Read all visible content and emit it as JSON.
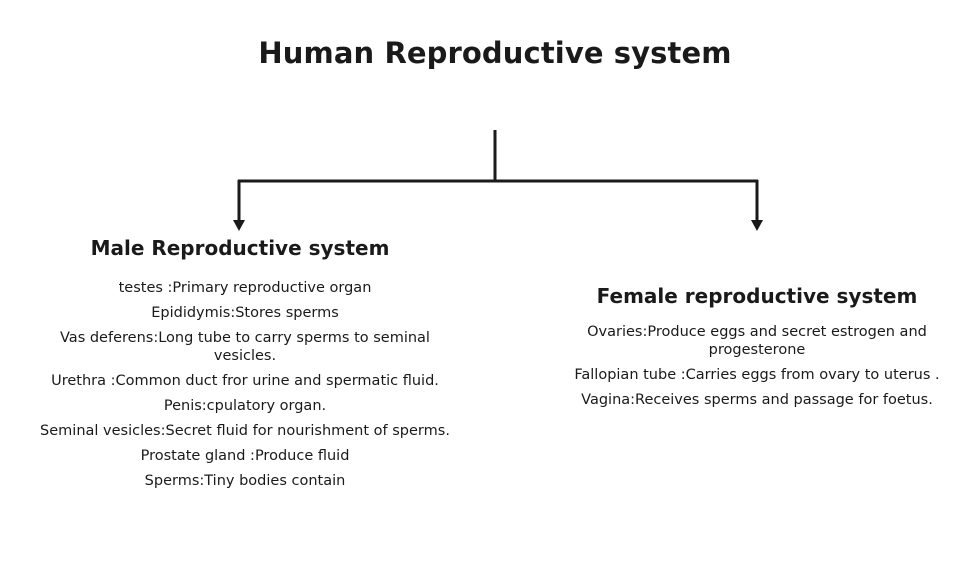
{
  "diagram": {
    "title": "Human Reproductive system",
    "male": {
      "heading": "Male Reproductive system",
      "items": [
        "testes :Primary reproductive organ",
        "Epididymis:Stores sperms",
        "Vas deferens:Long tube to carry sperms to seminal vesicles.",
        "Urethra :Common duct fror urine and spermatic fluid.",
        "Penis:cpulatory organ.",
        "Seminal vesicles:Secret fluid for nourishment of sperms.",
        "Prostate gland :Produce fluid",
        "Sperms:Tiny bodies contain"
      ]
    },
    "female": {
      "heading": "Female reproductive system",
      "items": [
        "Ovaries:Produce eggs and secret estrogen and progesterone",
        "Fallopian tube :Carries eggs from ovary to uterus .",
        "Vagina:Receives sperms and passage for foetus."
      ]
    }
  },
  "colors": {
    "line": "#1a1a1a",
    "text": "#1a1a1a",
    "background": "#ffffff"
  }
}
